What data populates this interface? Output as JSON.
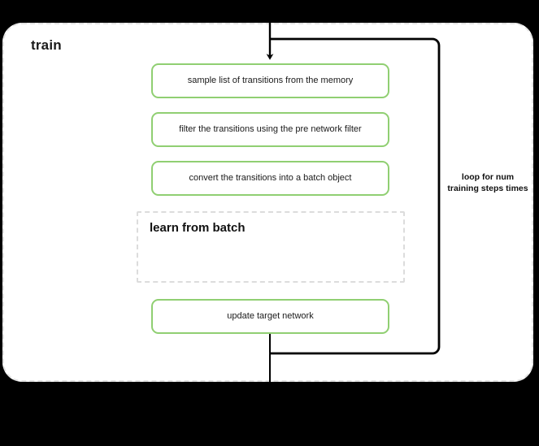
{
  "diagram": {
    "title": "train",
    "type": "flowchart",
    "background_color": "#000000",
    "container": {
      "label": "train",
      "border_style": "dashed",
      "border_color": "#e3e3e3",
      "fill_color": "#ffffff"
    },
    "accent_color": "#90cf72",
    "steps": [
      {
        "id": "sample",
        "label": "sample list of transitions from the memory",
        "style": "green-rounded"
      },
      {
        "id": "filter",
        "label": "filter the transitions using the pre network filter",
        "style": "green-rounded"
      },
      {
        "id": "convert",
        "label": "convert the transitions into a batch object",
        "style": "green-rounded"
      },
      {
        "id": "update",
        "label": "update target network",
        "style": "green-rounded"
      }
    ],
    "subprocess": {
      "id": "learn-from-batch",
      "label": "learn from batch",
      "border_style": "dashed",
      "border_color": "#dcdcdc"
    },
    "loop": {
      "label": "loop for num training steps times",
      "line_color": "#000000"
    },
    "edges": {
      "entry_arrow": "incoming-flow-into-sample",
      "exit_line": "outgoing-flow-from-update"
    }
  }
}
